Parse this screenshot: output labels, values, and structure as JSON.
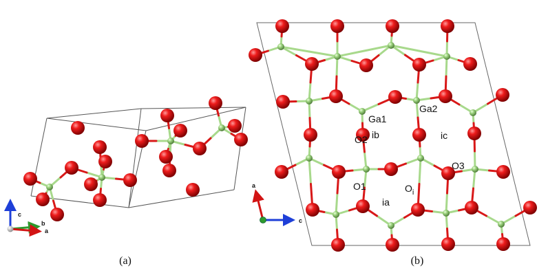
{
  "panels": {
    "a": {
      "caption": "(a)"
    },
    "b": {
      "caption": "(b)"
    }
  },
  "axes_a": {
    "c": "c",
    "b": "b",
    "a": "a"
  },
  "axes_b": {
    "a": "a",
    "c": "c"
  },
  "labels": {
    "ga1": "Ga1",
    "ga2": "Ga2",
    "o1": "O1",
    "o2": "O2",
    "o3": "O3",
    "oi_main": "O",
    "oi_sub": "i",
    "ia": "ia",
    "ib": "ib",
    "ic": "ic"
  },
  "colors": {
    "oxygen": "#e01010",
    "gallium": "#9bd27d",
    "cell": "#555555",
    "axis_a": "#d21414",
    "axis_b": "#2e9a2e",
    "axis_c": "#1e3fd8"
  }
}
